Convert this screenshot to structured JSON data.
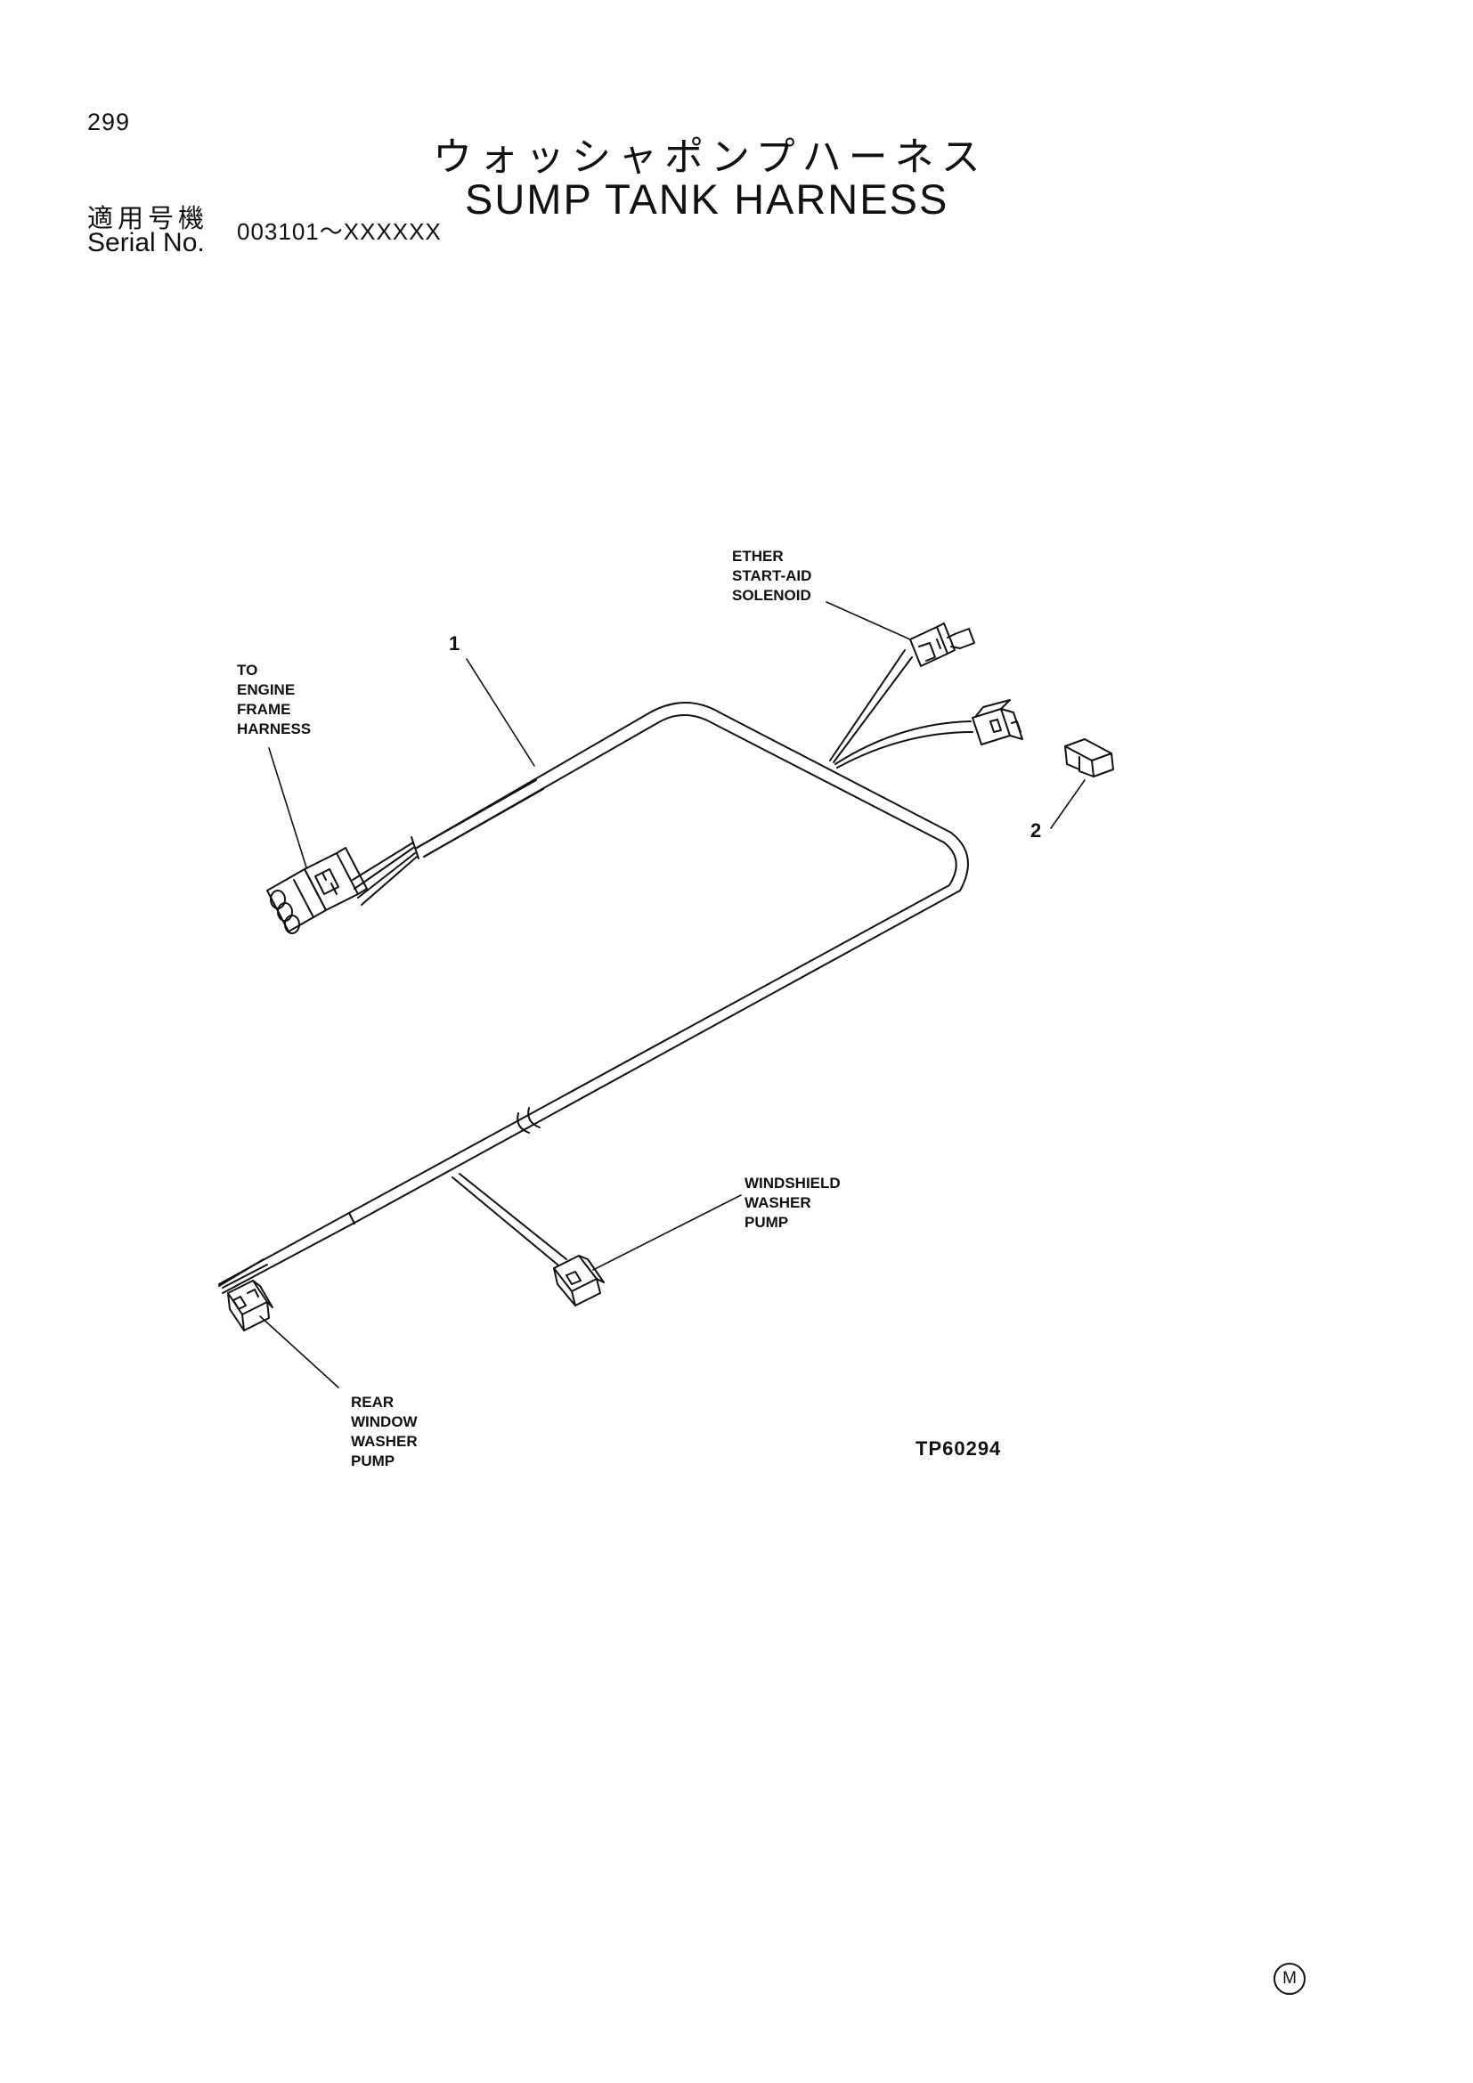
{
  "page": {
    "number": "299",
    "title_jp": "ウォッシャポンプハーネス",
    "title_en": "SUMP TANK HARNESS",
    "serial_label_jp": "適用号機",
    "serial_label_en": "Serial No.",
    "serial_range": "003101～XXXXXX",
    "figure_code": "TP60294",
    "mark": "M"
  },
  "labels": {
    "ether": [
      "ETHER",
      "START-AID",
      "SOLENOID"
    ],
    "engine": [
      "TO",
      "ENGINE",
      "FRAME",
      "HARNESS"
    ],
    "windshield": [
      "WINDSHIELD",
      "WASHER",
      "PUMP"
    ],
    "rear": [
      "REAR",
      "WINDOW",
      "WASHER",
      "PUMP"
    ],
    "part_1": "1",
    "part_2": "2"
  }
}
